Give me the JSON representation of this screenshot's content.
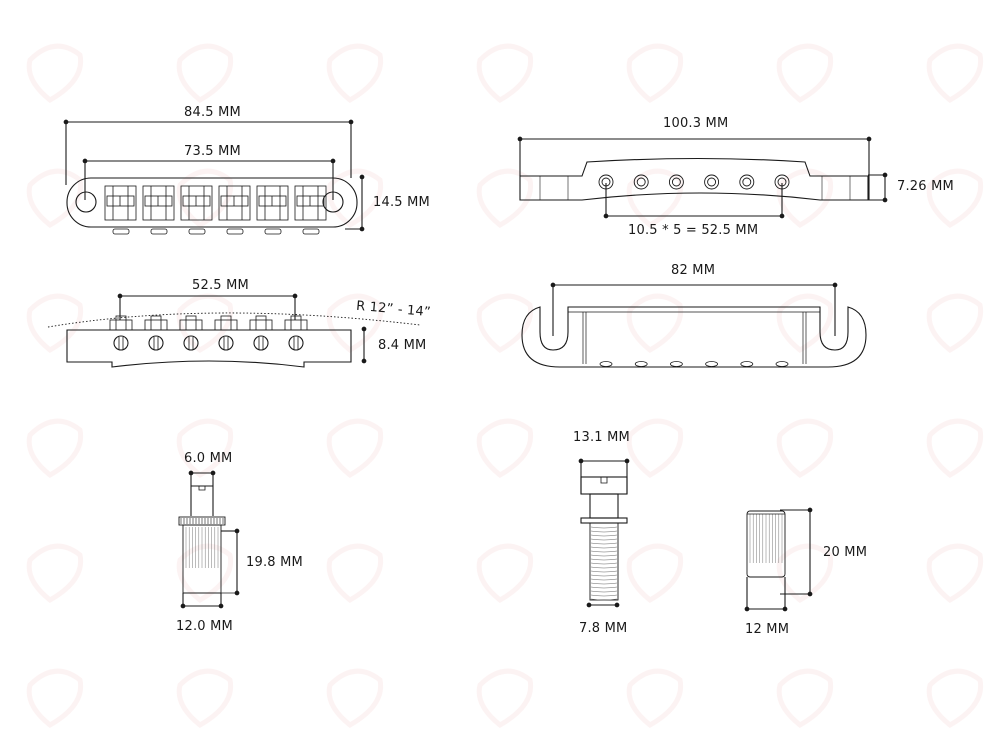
{
  "diagram": {
    "type": "technical-dimension-drawing",
    "subject": "Tune-o-matic guitar bridge and stop tailpiece with studs",
    "watermark_color": "#f2b9b9",
    "line_color": "#1a1a1a"
  },
  "bridge_top": {
    "overall_width": "84.5 MM",
    "post_spacing": "73.5 MM",
    "depth": "14.5 MM",
    "saddle_count": 6
  },
  "bridge_side": {
    "string_spacing": "52.5 MM",
    "radius": "R 12” - 14”",
    "height": "8.4 MM"
  },
  "tailpiece_front": {
    "overall_width": "100.3 MM",
    "height": "7.26 MM",
    "hole_spacing": "10.5 * 5 = 52.5 MM",
    "hole_count": 6
  },
  "tailpiece_top": {
    "slot_spacing": "82 MM"
  },
  "bridge_post": {
    "head_width": "6.0 MM",
    "insert_height": "19.8 MM",
    "insert_diameter": "12.0 MM"
  },
  "tailpiece_stud": {
    "head_width": "13.1 MM",
    "thread_diameter": "7.8 MM"
  },
  "tailpiece_anchor": {
    "height": "20 MM",
    "diameter": "12 MM"
  }
}
